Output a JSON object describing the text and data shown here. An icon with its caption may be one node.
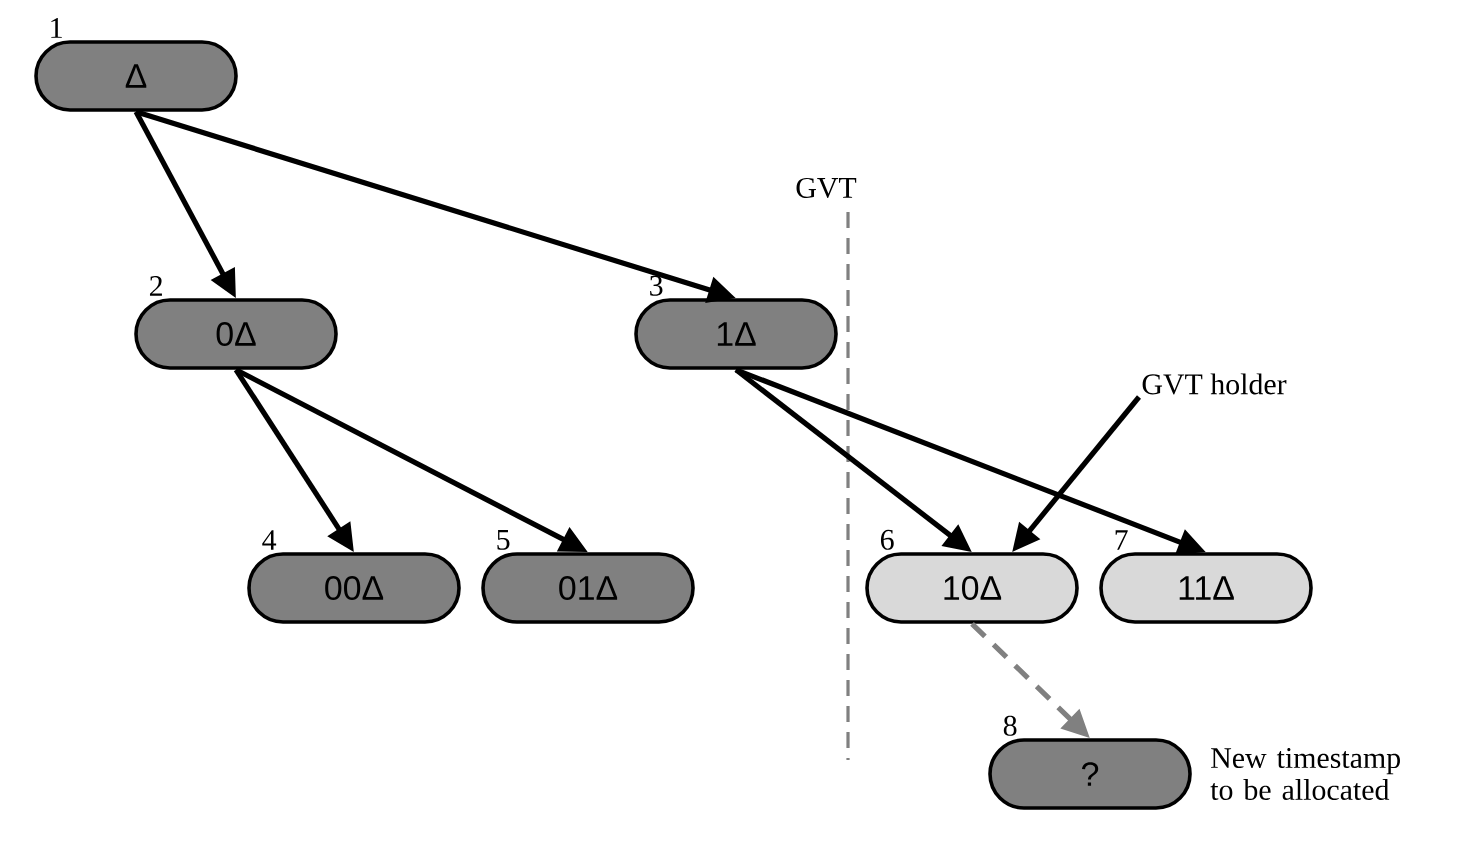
{
  "diagram": {
    "nodes": [
      {
        "text": [
          "Δ"
        ],
        "beside": [
          "1"
        ]
      },
      {
        "text": [
          "0Δ"
        ],
        "beside": [
          "2"
        ]
      },
      {
        "text": [
          "1Δ"
        ],
        "beside": [
          "3"
        ]
      },
      {
        "text": [
          "00Δ"
        ],
        "beside": [
          "4"
        ]
      },
      {
        "text": [
          "01Δ"
        ],
        "beside": [
          "5"
        ]
      },
      {
        "text": [
          "10Δ"
        ],
        "beside": [
          "6"
        ]
      },
      {
        "text": [
          "11Δ"
        ],
        "beside": [
          "7"
        ]
      },
      {
        "text": [
          "?"
        ],
        "beside": [
          "8",
          "New timestamp to be allocated"
        ]
      },
      {
        "text": [
          "GVT holder"
        ]
      }
    ],
    "edges": [
      {
        "from": 0,
        "to": 1,
        "arrow": "to"
      },
      {
        "from": 0,
        "to": 2,
        "arrow": "to"
      },
      {
        "from": 1,
        "to": 3,
        "arrow": "to"
      },
      {
        "from": 1,
        "to": 4,
        "arrow": "to"
      },
      {
        "from": 2,
        "to": 5,
        "arrow": "to"
      },
      {
        "from": 2,
        "to": 6,
        "arrow": "to"
      },
      {
        "from": 8,
        "to": 5,
        "arrow": "to"
      },
      {
        "from": 5,
        "to": 7,
        "arrow": "to",
        "style": "dashed",
        "color": "#808080"
      }
    ],
    "labels": [
      "GVT"
    ]
  }
}
